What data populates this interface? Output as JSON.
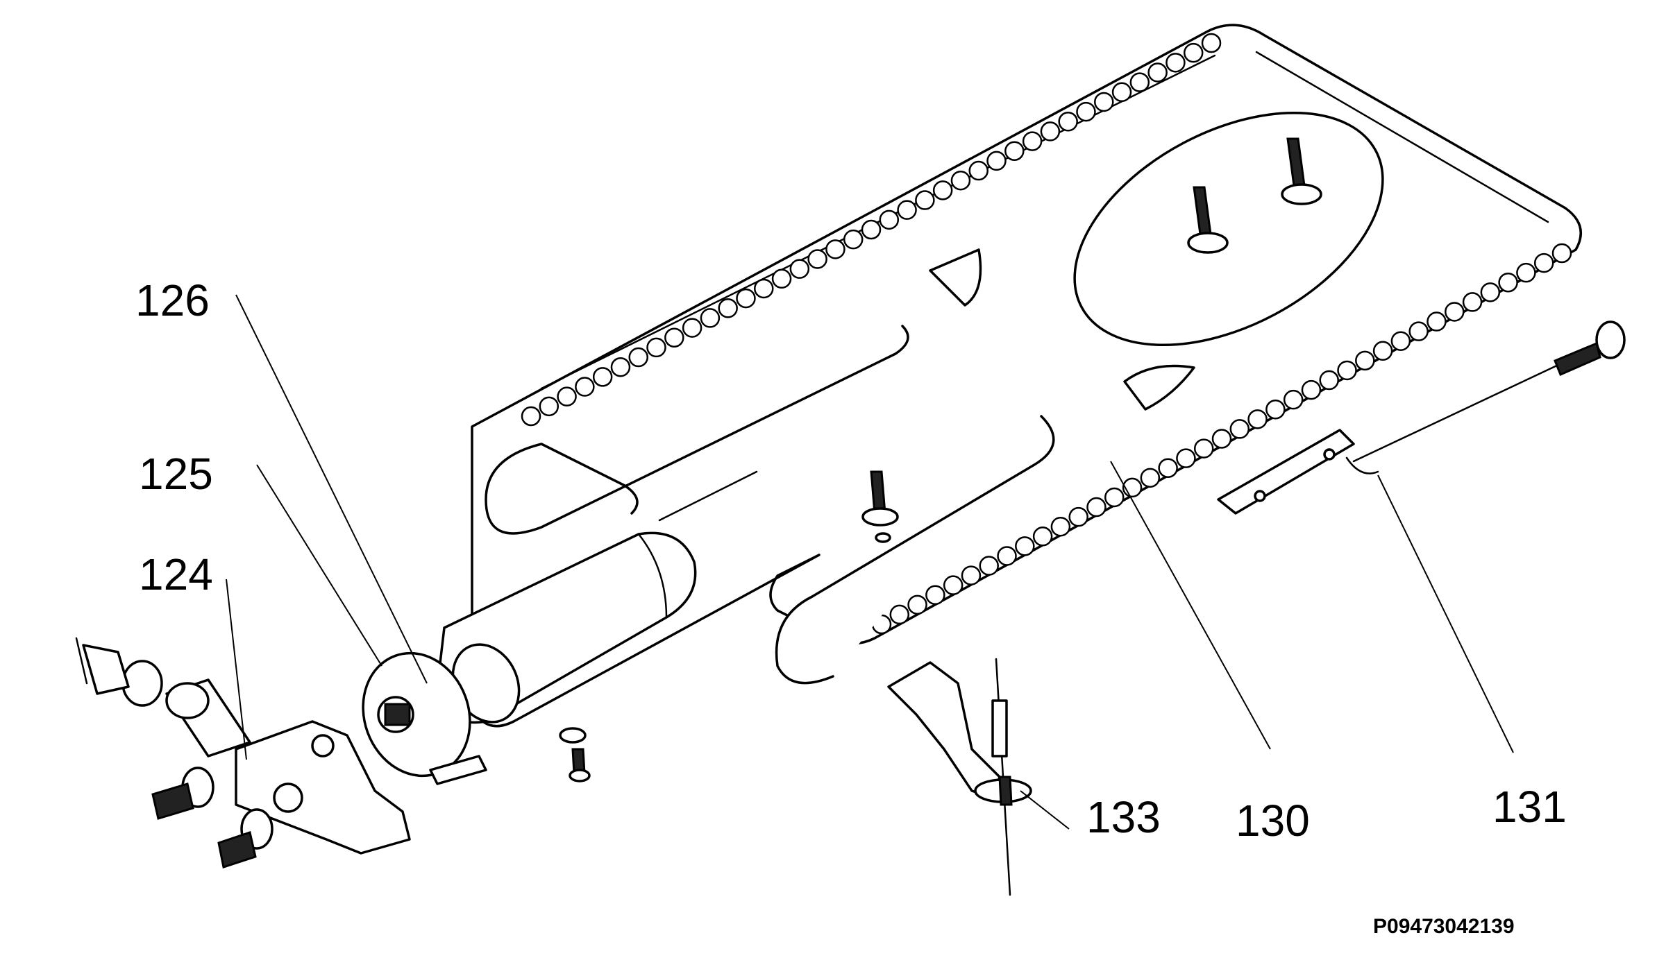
{
  "callouts": [
    {
      "id": "126",
      "label": "126"
    },
    {
      "id": "125",
      "label": "125"
    },
    {
      "id": "124",
      "label": "124"
    },
    {
      "id": "133",
      "label": "133"
    },
    {
      "id": "130",
      "label": "130"
    },
    {
      "id": "131",
      "label": "131"
    }
  ],
  "drawing_code": "P09473042139"
}
